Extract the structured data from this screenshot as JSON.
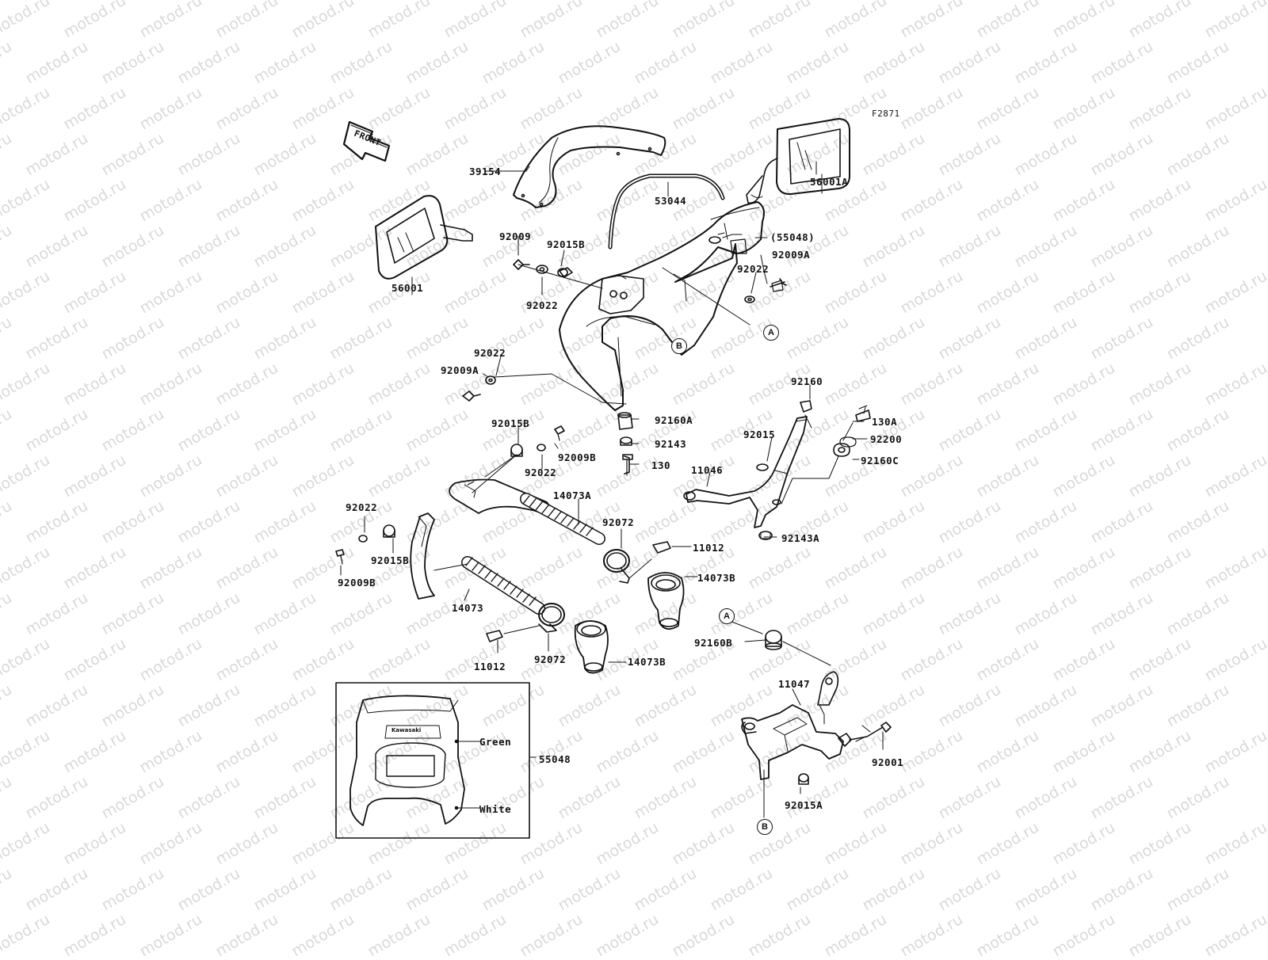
{
  "watermark": "motod.ru",
  "figure_code": "F2871",
  "front_label": "FRONT",
  "inset_text": {
    "green": "Green",
    "white": "White",
    "brand": "Kawasaki"
  },
  "circle_refs": {
    "a1": "A",
    "a2": "A",
    "b1": "B",
    "b2": "B"
  },
  "part_labels": {
    "p39154": "39154",
    "p53044": "53044",
    "p56001A": "56001A",
    "p55048_paren": "(55048)",
    "p92009": "92009",
    "p92015B_1": "92015B",
    "p92022_1": "92022",
    "p92009A_1": "92009A",
    "p92022_2": "92022",
    "p56001": "56001",
    "p92022_3": "92022",
    "p92009A_2": "92009A",
    "p92160": "92160",
    "p92160A": "92160A",
    "p92015B_2": "92015B",
    "p92009B_1": "92009B",
    "p92022_4": "92022",
    "p92143": "92143",
    "p130": "130",
    "p92015": "92015",
    "p130A": "130A",
    "p92200": "92200",
    "p92160C": "92160C",
    "p11046": "11046",
    "p14073A": "14073A",
    "p92072_1": "92072",
    "p11012_1": "11012",
    "p92143A": "92143A",
    "p92022_5": "92022",
    "p92015B_3": "92015B",
    "p92009B_2": "92009B",
    "p14073B_1": "14073B",
    "p14073": "14073",
    "p92160B": "92160B",
    "p11012_2": "11012",
    "p92072_2": "92072",
    "p14073B_2": "14073B",
    "p11047": "11047",
    "p55048": "55048",
    "p92001": "92001",
    "p92015A": "92015A"
  }
}
